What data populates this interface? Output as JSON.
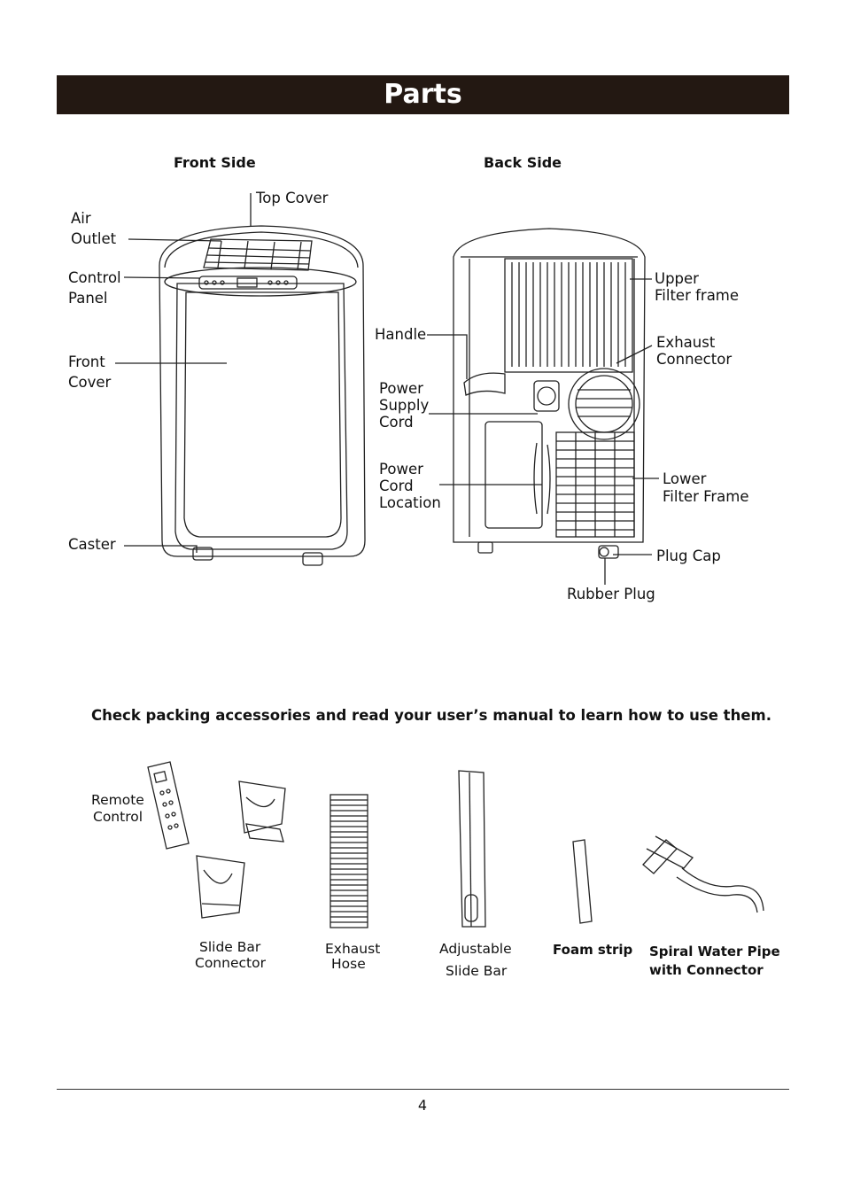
{
  "title": "Parts",
  "front": {
    "heading": "Front Side",
    "labels": {
      "top_cover": "Top Cover",
      "air_outlet": [
        "Air",
        "Outlet"
      ],
      "control_panel": [
        "Control",
        "Panel"
      ],
      "front_cover": [
        "Front",
        "Cover"
      ],
      "caster": "Caster"
    }
  },
  "back": {
    "heading": "Back Side",
    "labels": {
      "handle": "Handle",
      "power_supply_cord": [
        "Power",
        "Supply",
        "Cord"
      ],
      "power_cord_location": [
        "Power",
        "Cord",
        "Location"
      ],
      "upper_filter_frame": [
        "Upper",
        "Filter frame"
      ],
      "exhaust_connector": [
        "Exhaust",
        "Connector"
      ],
      "lower_filter_frame": [
        "Lower",
        "Filter Frame"
      ],
      "plug_cap": "Plug Cap",
      "rubber_plug": "Rubber Plug"
    }
  },
  "accessories": {
    "note": "Check packing accessories and read your user’s manual to learn how to use them.",
    "remote_control": [
      "Remote",
      "Control"
    ],
    "slide_bar_connector": [
      "Slide Bar",
      "Connector"
    ],
    "exhaust_hose": [
      "Exhaust",
      "Hose"
    ],
    "adjustable_slide_bar": [
      "Adjustable",
      "Slide Bar"
    ],
    "foam_strip": "Foam strip",
    "spiral_water_pipe": [
      "Spiral Water Pipe",
      "with Connector"
    ]
  },
  "page_number": "4"
}
